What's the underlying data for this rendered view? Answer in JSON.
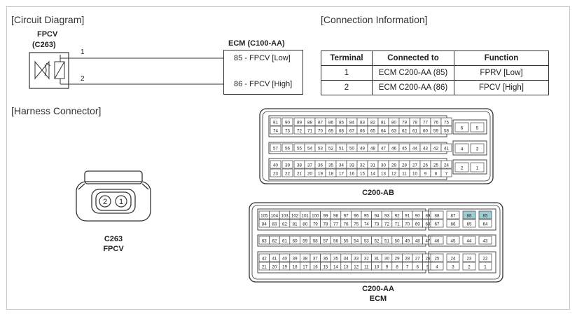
{
  "circuit": {
    "heading": "[Circuit Diagram]",
    "fpcv_name": "FPCV",
    "fpcv_code": "(C263)",
    "wire1_pin": "1",
    "wire2_pin": "2",
    "ecm_title": "ECM (C100-AA)",
    "ecm_pins": [
      "85 - FPCV [Low]",
      "86 - FPCV [High]"
    ]
  },
  "connection": {
    "heading": "[Connection Information]",
    "headers": [
      "Terminal",
      "Connected to",
      "Function"
    ],
    "rows": [
      [
        "1",
        "ECM C200-AA (85)",
        "FPRV [Low]"
      ],
      [
        "2",
        "ECM C200-AA (86)",
        "FPCV [High]"
      ]
    ]
  },
  "harness": {
    "heading": "[Harness Connector]",
    "c263_pins": [
      "2",
      "1"
    ],
    "c263_label": "C263",
    "c263_sub": "FPCV",
    "ab_label": "C200-AB",
    "aa_label": "C200-AA",
    "aa_sub": "ECM",
    "highlight_color": "#9ecdd3",
    "ab_rows": [
      [
        "91",
        "90",
        "89",
        "88",
        "87",
        "86",
        "85",
        "84",
        "83",
        "82",
        "81",
        "80",
        "79",
        "78",
        "77",
        "76",
        "75"
      ],
      [
        "74",
        "73",
        "72",
        "71",
        "70",
        "69",
        "68",
        "67",
        "66",
        "65",
        "64",
        "63",
        "62",
        "61",
        "60",
        "59",
        "58"
      ],
      [
        "57",
        "56",
        "55",
        "54",
        "53",
        "52",
        "51",
        "50",
        "49",
        "48",
        "47",
        "46",
        "45",
        "44",
        "43",
        "42",
        "41"
      ],
      [
        "40",
        "39",
        "38",
        "37",
        "36",
        "35",
        "34",
        "33",
        "32",
        "31",
        "30",
        "29",
        "28",
        "27",
        "26",
        "25",
        "24"
      ],
      [
        "23",
        "22",
        "21",
        "20",
        "19",
        "18",
        "17",
        "16",
        "15",
        "14",
        "13",
        "12",
        "11",
        "10",
        "9",
        "8",
        "7"
      ]
    ],
    "ab_right": [
      [
        "6",
        "5"
      ],
      [
        "4",
        "3"
      ],
      [
        "2",
        "1"
      ]
    ],
    "aa_main": [
      [
        "105",
        "104",
        "103",
        "102",
        "101",
        "100",
        "99",
        "98",
        "97",
        "96",
        "95",
        "94",
        "93",
        "92",
        "91",
        "90",
        "89"
      ],
      [
        "84",
        "83",
        "82",
        "81",
        "80",
        "79",
        "78",
        "77",
        "76",
        "75",
        "74",
        "73",
        "72",
        "71",
        "70",
        "69",
        "68"
      ],
      [
        "63",
        "62",
        "61",
        "60",
        "59",
        "58",
        "57",
        "56",
        "55",
        "54",
        "53",
        "52",
        "51",
        "50",
        "49",
        "48",
        "47"
      ],
      [
        "42",
        "41",
        "40",
        "39",
        "38",
        "37",
        "36",
        "35",
        "34",
        "33",
        "32",
        "31",
        "30",
        "29",
        "28",
        "27",
        "26"
      ],
      [
        "21",
        "20",
        "19",
        "18",
        "17",
        "16",
        "15",
        "14",
        "13",
        "12",
        "11",
        "10",
        "9",
        "8",
        "7",
        "6",
        "5"
      ]
    ],
    "aa_right": [
      [
        "88",
        "87",
        "86",
        "85"
      ],
      [
        "67",
        "66",
        "65",
        "64"
      ],
      [
        "46",
        "45",
        "44",
        "43"
      ],
      [
        "25",
        "24",
        "23",
        "22"
      ],
      [
        "4",
        "3",
        "2",
        "1"
      ]
    ],
    "aa_highlight": [
      "86",
      "85"
    ]
  }
}
